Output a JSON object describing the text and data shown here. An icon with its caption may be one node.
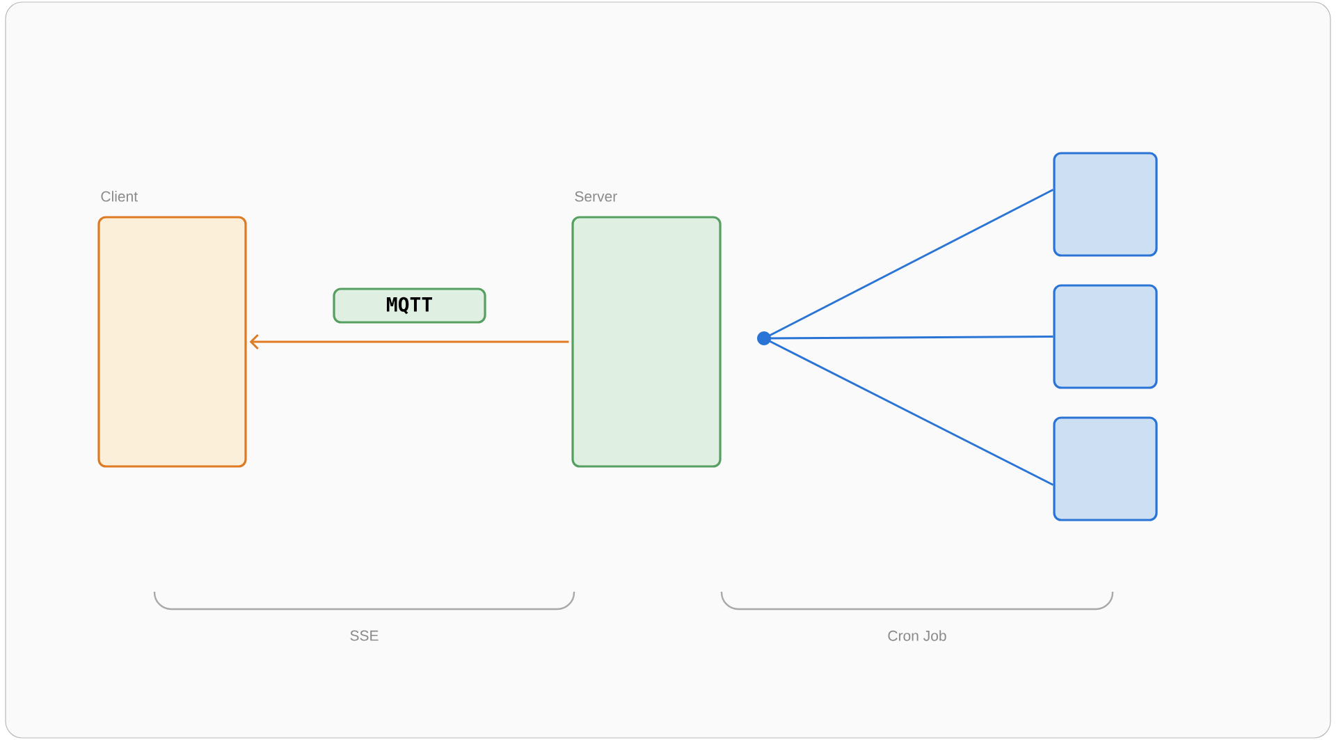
{
  "diagram": {
    "nodes": [
      {
        "text": [
          "Client"
        ]
      },
      {
        "text": [
          "MQTT"
        ]
      },
      {
        "text": [
          "Server"
        ]
      },
      {
        "text": [],
        "shape": "circle"
      },
      {
        "text": [],
        "shape": "box"
      },
      {
        "text": [],
        "shape": "box"
      },
      {
        "text": [],
        "shape": "box"
      }
    ],
    "edges": [
      {
        "from": 2,
        "to": 0,
        "arrow": "to",
        "color": "#dd7a22"
      },
      {
        "from": 3,
        "to": 4,
        "arrow": "none"
      },
      {
        "from": 3,
        "to": 5,
        "arrow": "none"
      },
      {
        "from": 3,
        "to": 6,
        "arrow": "none"
      }
    ],
    "labels": [
      "SSE",
      "Cron Job"
    ]
  }
}
